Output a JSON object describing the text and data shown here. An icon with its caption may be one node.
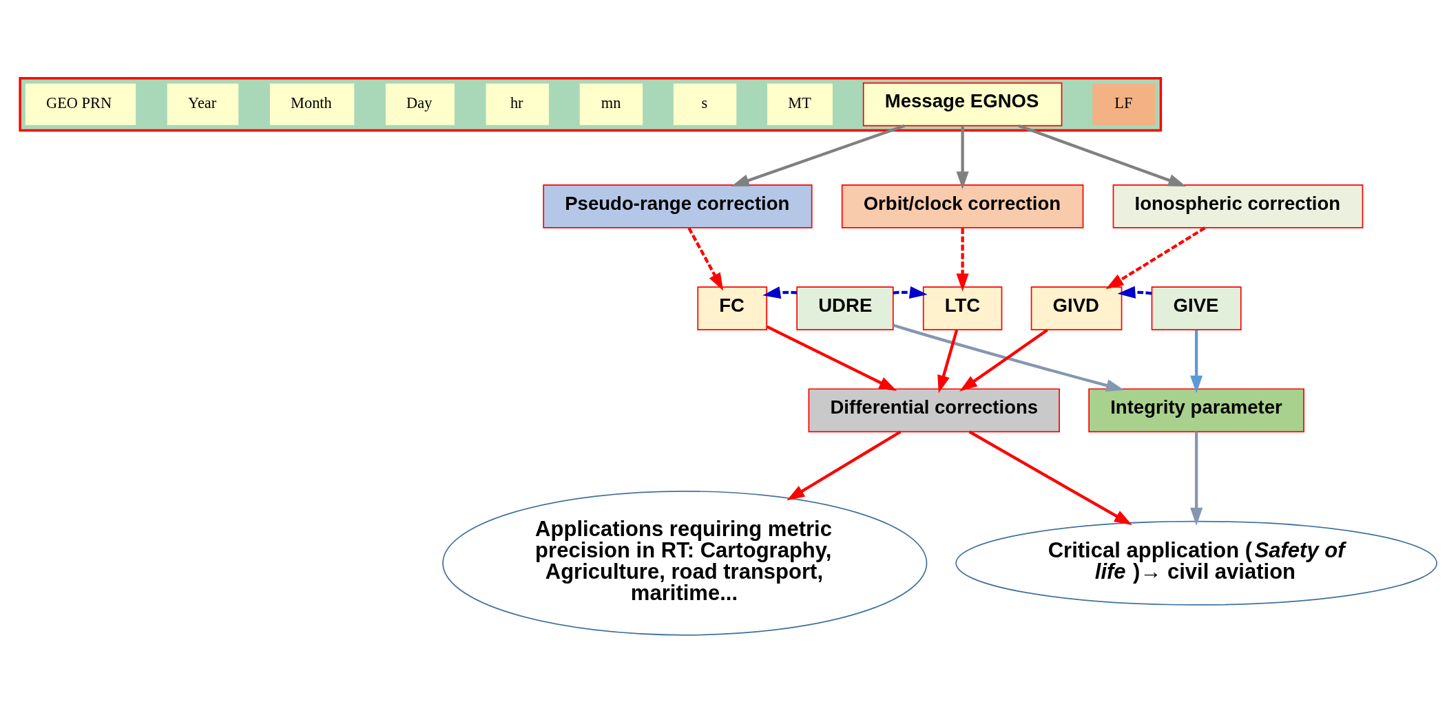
{
  "diagram": {
    "nodes": [
      {
        "text": [],
        "shape": "bar"
      },
      {
        "text": [
          "GEO PRN"
        ],
        "in": 0
      },
      {
        "text": [
          "Year"
        ],
        "in": 0
      },
      {
        "text": [
          "Month"
        ],
        "in": 0
      },
      {
        "text": [
          "Day"
        ],
        "in": 0
      },
      {
        "text": [
          "hr"
        ],
        "in": 0
      },
      {
        "text": [
          "mn"
        ],
        "in": 0
      },
      {
        "text": [
          "s"
        ],
        "in": 0
      },
      {
        "text": [
          "MT"
        ],
        "in": 0
      },
      {
        "text": [
          "Message EGNOS"
        ],
        "in": 0
      },
      {
        "text": [
          "LF"
        ],
        "in": 0
      },
      {
        "text": [
          "Pseudo-range correction"
        ]
      },
      {
        "text": [
          "Orbit/clock correction"
        ]
      },
      {
        "text": [
          "Ionospheric correction"
        ]
      },
      {
        "text": [
          "FC"
        ]
      },
      {
        "text": [
          "UDRE"
        ]
      },
      {
        "text": [
          "LTC"
        ]
      },
      {
        "text": [
          "GIVD"
        ]
      },
      {
        "text": [
          "GIVE"
        ]
      },
      {
        "text": [
          "Differential corrections"
        ]
      },
      {
        "text": [
          "Integrity parameter"
        ]
      },
      {
        "text": [
          "Applications requiring metric precision in RT: Cartography, Agriculture, road transport, maritime..."
        ]
      },
      {
        "text": [
          "Critical application (*Safety of life* )→ civil aviation"
        ]
      }
    ],
    "edges": [
      {
        "from": 9,
        "to": 11,
        "arrow": "to",
        "color": "#808080"
      },
      {
        "from": 9,
        "to": 12,
        "arrow": "to",
        "color": "#808080"
      },
      {
        "from": 9,
        "to": 13,
        "arrow": "to",
        "color": "#808080"
      },
      {
        "from": 11,
        "to": 14,
        "arrow": "to",
        "style": "dashed"
      },
      {
        "from": 12,
        "to": 16,
        "arrow": "to",
        "style": "dashed"
      },
      {
        "from": 13,
        "to": 17,
        "arrow": "to",
        "style": "dashed"
      },
      {
        "from": 15,
        "to": 14,
        "arrow": "to",
        "style": "dashed",
        "color": "#0000cc"
      },
      {
        "from": 15,
        "to": 16,
        "arrow": "to",
        "style": "dashed",
        "color": "#0000cc"
      },
      {
        "from": 18,
        "to": 17,
        "arrow": "to",
        "style": "dashed",
        "color": "#0000cc"
      },
      {
        "from": 14,
        "to": 19,
        "arrow": "to"
      },
      {
        "from": 16,
        "to": 19,
        "arrow": "to"
      },
      {
        "from": 17,
        "to": 19,
        "arrow": "to"
      },
      {
        "from": 15,
        "to": 20,
        "arrow": "to",
        "color": "#8497b0"
      },
      {
        "from": 18,
        "to": 20,
        "arrow": "to",
        "color": "#5b9bd5"
      },
      {
        "from": 19,
        "to": 21,
        "arrow": "to"
      },
      {
        "from": 19,
        "to": 22,
        "arrow": "to"
      },
      {
        "from": 20,
        "to": 22,
        "arrow": "to",
        "color": "#8497b0"
      }
    ]
  }
}
